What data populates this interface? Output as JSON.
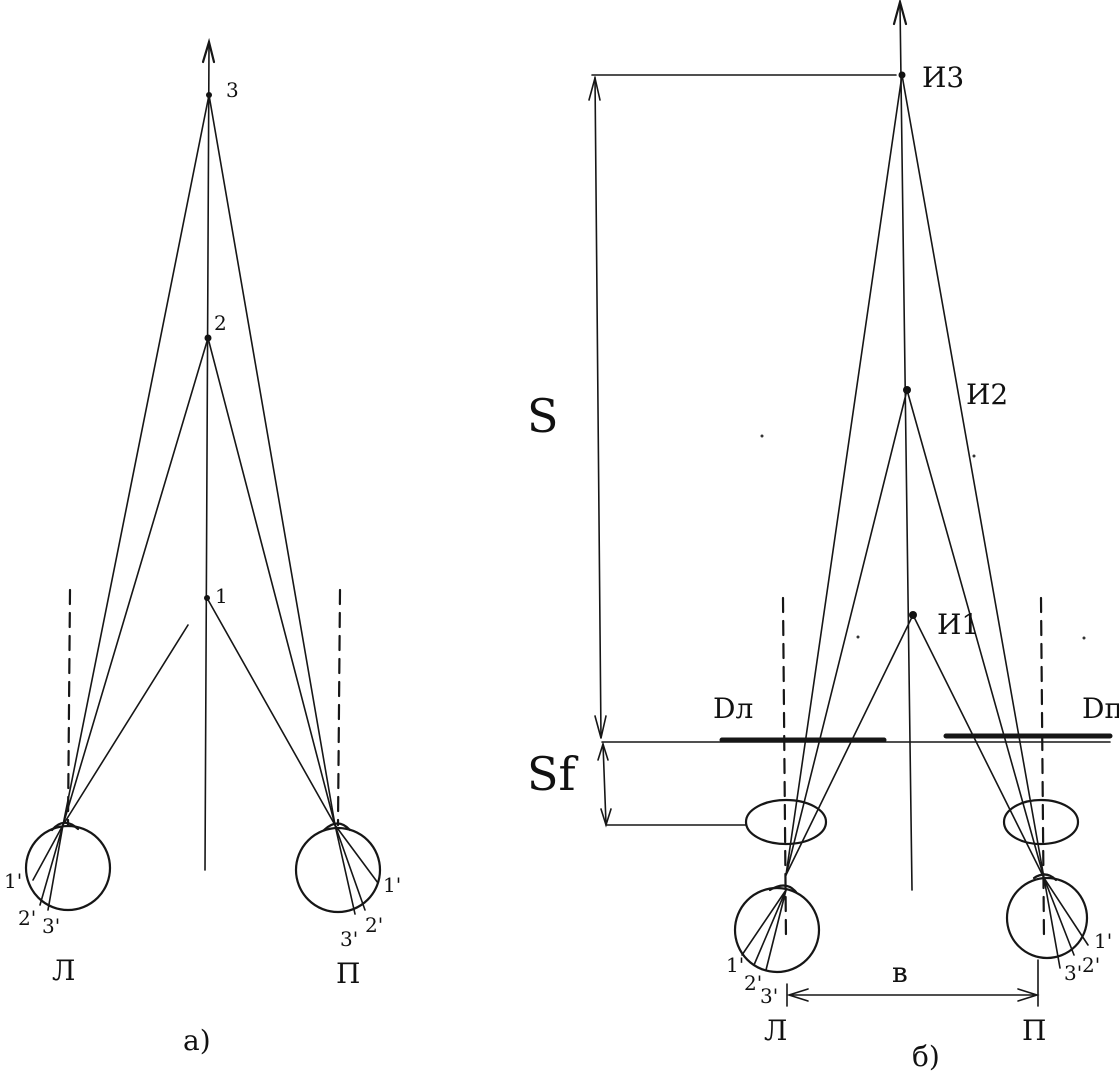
{
  "diagram_a": {
    "points": [
      "1",
      "2",
      "3"
    ],
    "left_eye": {
      "images": [
        "1'",
        "2'",
        "3'"
      ],
      "label": "Л"
    },
    "right_eye": {
      "images": [
        "1'",
        "2'",
        "3'"
      ],
      "label": "П"
    },
    "caption": "а)"
  },
  "diagram_b": {
    "points": [
      "И1",
      "И2",
      "И3"
    ],
    "left_eye": {
      "images": [
        "1'",
        "2'",
        "3'"
      ],
      "label": "Л"
    },
    "right_eye": {
      "images": [
        "1'",
        "2'",
        "3'"
      ],
      "label": "П"
    },
    "left_plate": "Dл",
    "right_plate": "Dп",
    "distance_label": "S",
    "focal_label": "Sf",
    "base_label": "в",
    "caption": "б)"
  }
}
